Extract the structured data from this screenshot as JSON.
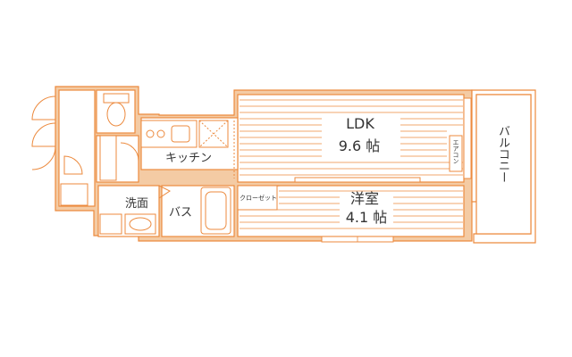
{
  "rooms": {
    "ldk": {
      "name": "LDK",
      "size": "9.6 帖"
    },
    "western": {
      "name": "洋室",
      "size": "4.1 帖"
    },
    "kitchen": "キッチン",
    "bath": "バス",
    "washroom": "洗面",
    "closet": "クローゼット",
    "aircon": "エアコン",
    "balcony": "バルコニー"
  },
  "colors": {
    "wall": "#ec8a3e",
    "wall_fill": "#f4cba4",
    "text": "#333333"
  }
}
